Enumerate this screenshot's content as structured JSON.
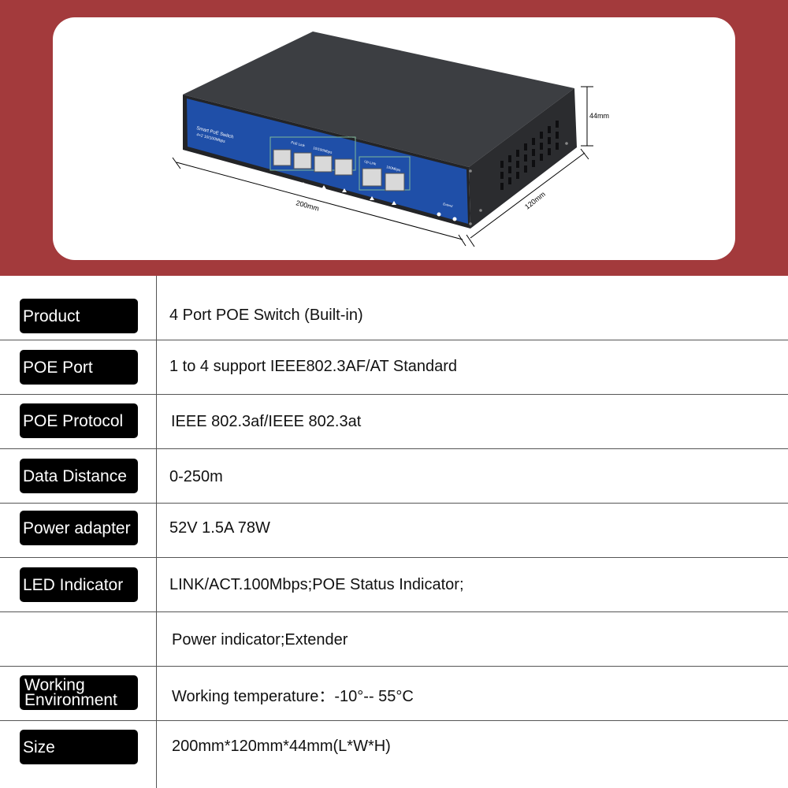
{
  "header": {
    "device_label_line1": "Smart PoE Switch",
    "device_label_line2": "4+2 10/100Mbps",
    "poe_link_label": "PoE Link",
    "speed_label_poe": "10/100Mbps",
    "uplink_label": "Up Link",
    "speed_label_uplink": "100Mbps",
    "extend_label": "Extend",
    "dim_length": "200mm",
    "dim_width": "120mm",
    "dim_height": "44mm"
  },
  "specs": [
    {
      "label": "Product",
      "value": "4 Port POE Switch (Built-in)"
    },
    {
      "label": "POE Port",
      "value": "1 to 4 support IEEE802.3AF/AT Standard"
    },
    {
      "label": "POE Protocol",
      "value": "IEEE 802.3af/IEEE 802.3at"
    },
    {
      "label": "Data Distance",
      "value": "0-250m"
    },
    {
      "label": "Power adapter",
      "value": "52V 1.5A 78W"
    },
    {
      "label": "LED Indicator",
      "value": "LINK/ACT.100Mbps;POE Status Indicator;"
    },
    {
      "label": "",
      "value": "Power indicator;Extender"
    },
    {
      "label_line1": "Working",
      "label_line2": "Environment",
      "value": "Working temperature：-10°-- 55°C"
    },
    {
      "label": "Size",
      "value": "200mm*120mm*44mm(L*W*H)"
    }
  ],
  "colors": {
    "banner": "#a33a3c",
    "device_front": "#1f4fa8",
    "device_top": "#3a3c40",
    "label_bg": "#000000"
  }
}
